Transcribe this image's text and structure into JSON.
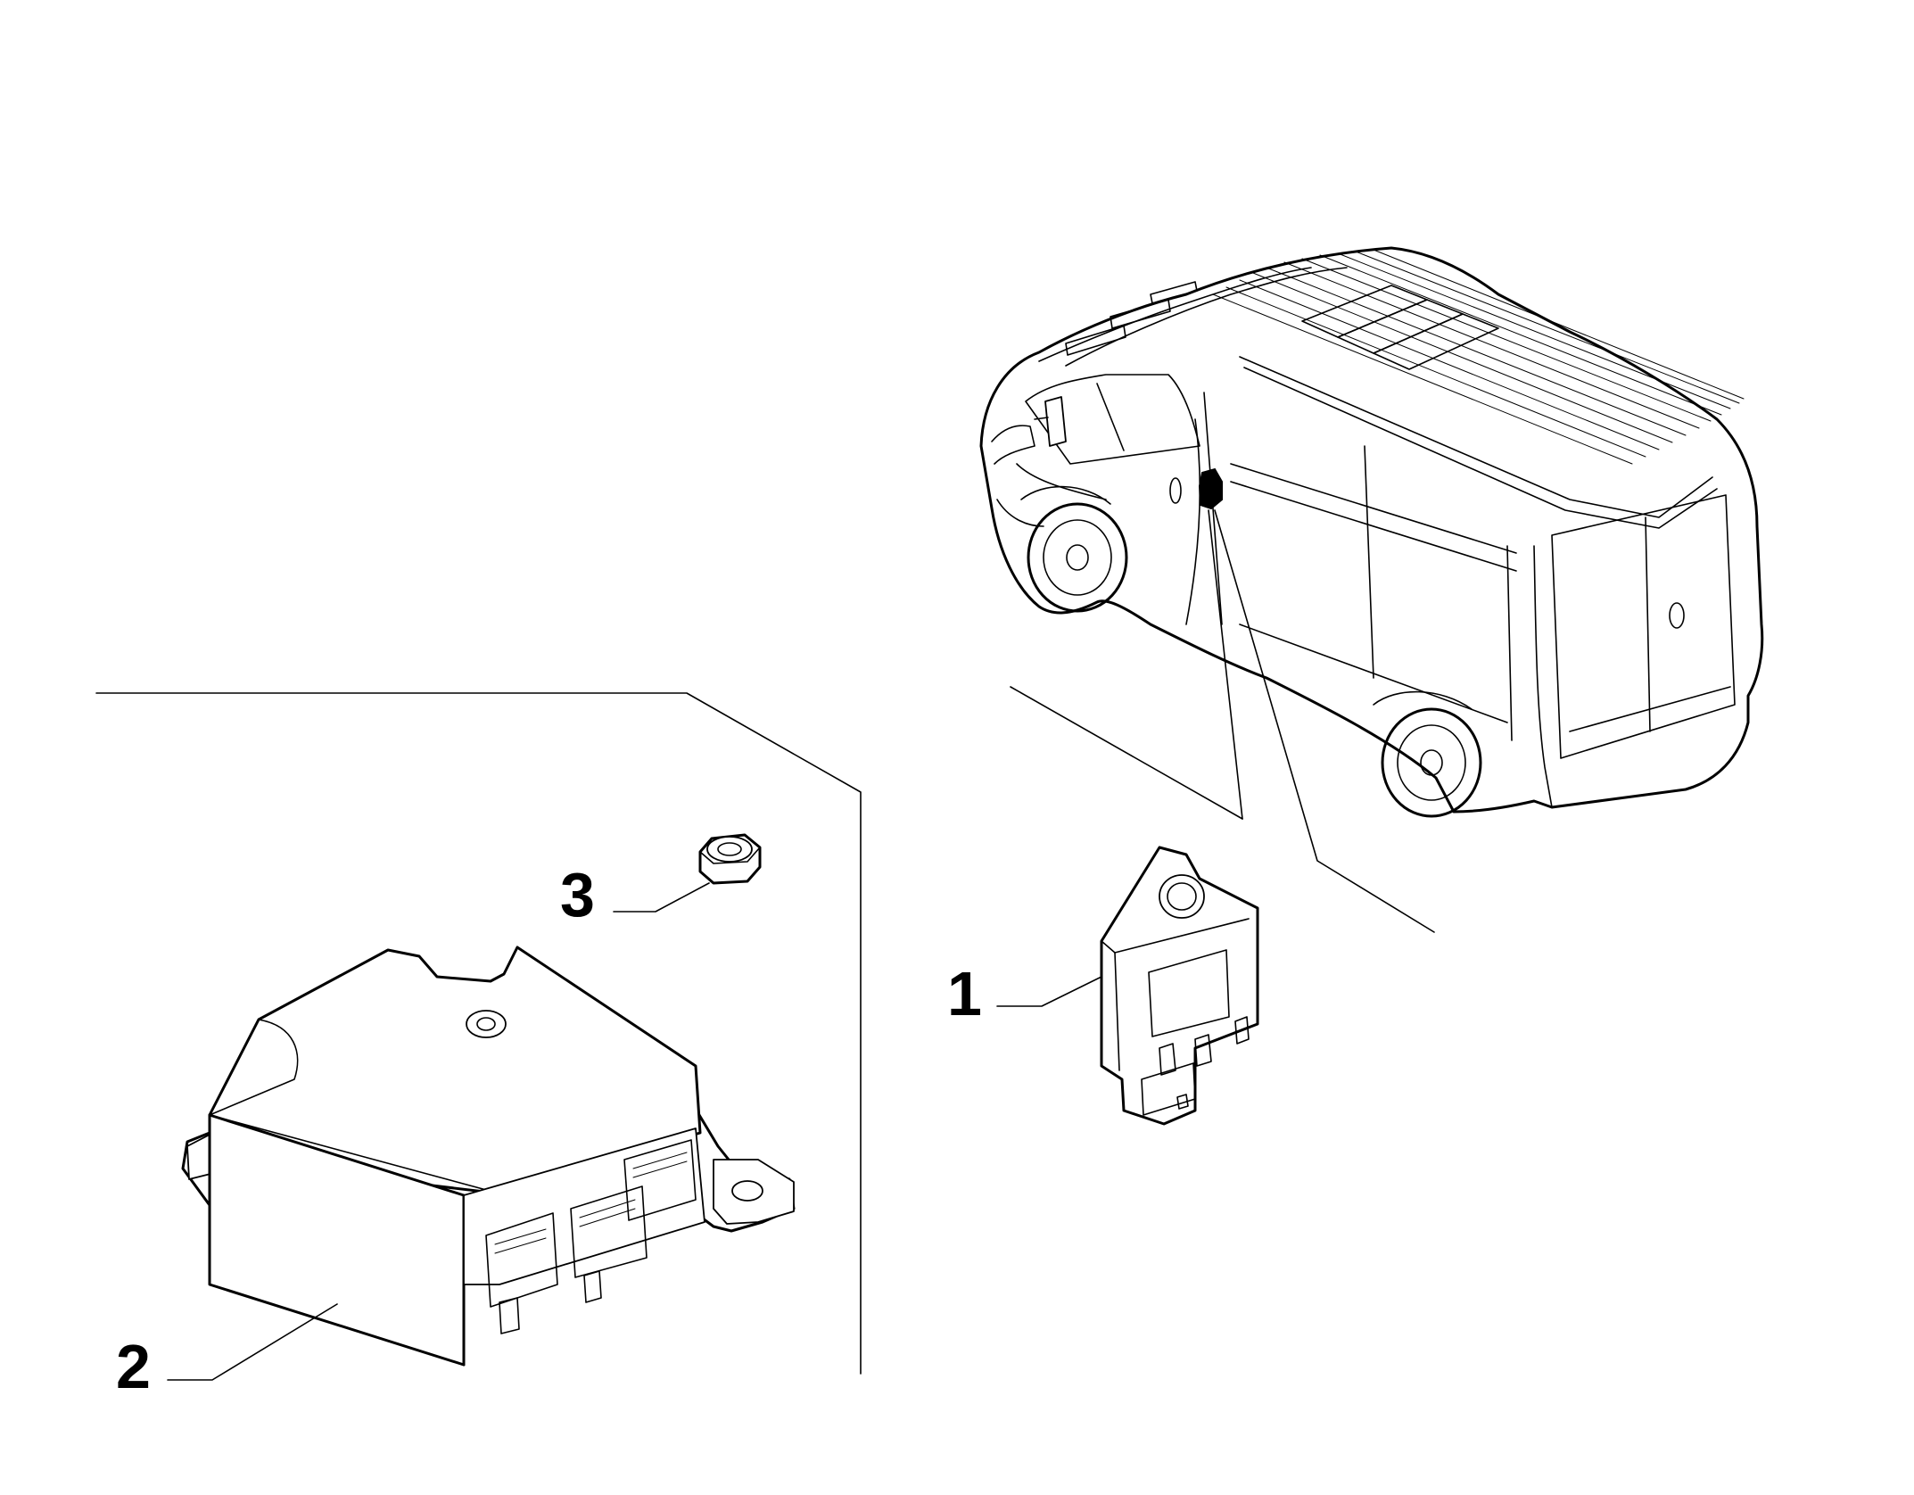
{
  "callouts": [
    {
      "id": "1",
      "label": "1",
      "part": "sensor"
    },
    {
      "id": "2",
      "label": "2",
      "part": "control-unit"
    },
    {
      "id": "3",
      "label": "3",
      "part": "nut"
    }
  ],
  "colors": {
    "line": "#000000",
    "background": "#ffffff"
  }
}
